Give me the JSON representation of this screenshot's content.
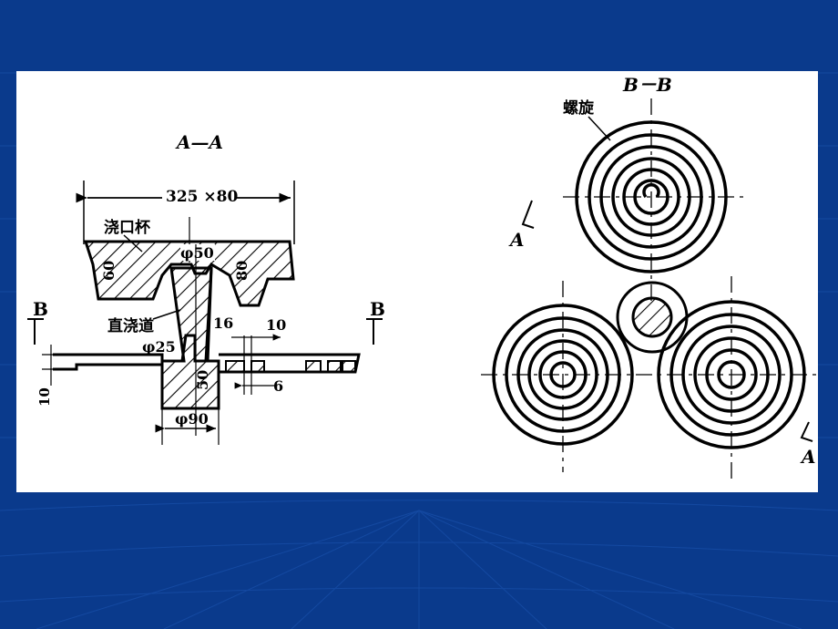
{
  "slide": {
    "background_color": "#0a3a8c",
    "panel_color": "#ffffff"
  },
  "section_a": {
    "title": "A—A",
    "dim_overall": "325 ×80",
    "label_cup": "浇口杯",
    "dim_phi50": "φ50",
    "dim_60": "60",
    "dim_80": "80",
    "label_sprue": "直浇道",
    "dim_phi25": "φ25",
    "dim_16": "16",
    "dim_10_right": "10",
    "dim_50": "50",
    "dim_6": "6",
    "dim_10_left": "10",
    "dim_phi90": "φ90",
    "cut_mark_left": "B",
    "cut_mark_right": "B"
  },
  "section_b": {
    "title": "B－B",
    "label_spiral": "螺旋",
    "cut_mark_upper": "A",
    "cut_mark_lower": "A"
  }
}
